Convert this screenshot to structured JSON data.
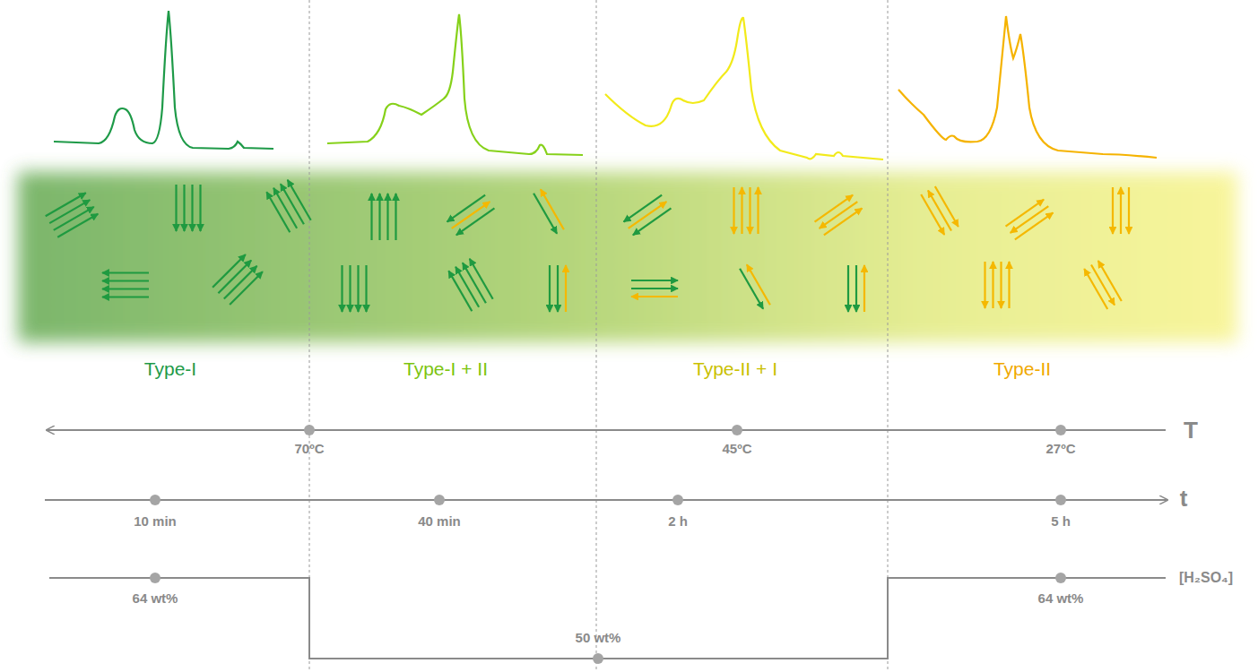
{
  "diagram": {
    "labels": [
      "Type-I",
      "Type-I + II",
      "Type-II + I",
      "Type-II",
      "70ºC",
      "45ºC",
      "27ºC",
      "T",
      "10 min",
      "40 min",
      "2 h",
      "5 h",
      "t",
      "64 wt%",
      "50 wt%",
      "64 wt%",
      "[H₂SO₄]"
    ]
  }
}
